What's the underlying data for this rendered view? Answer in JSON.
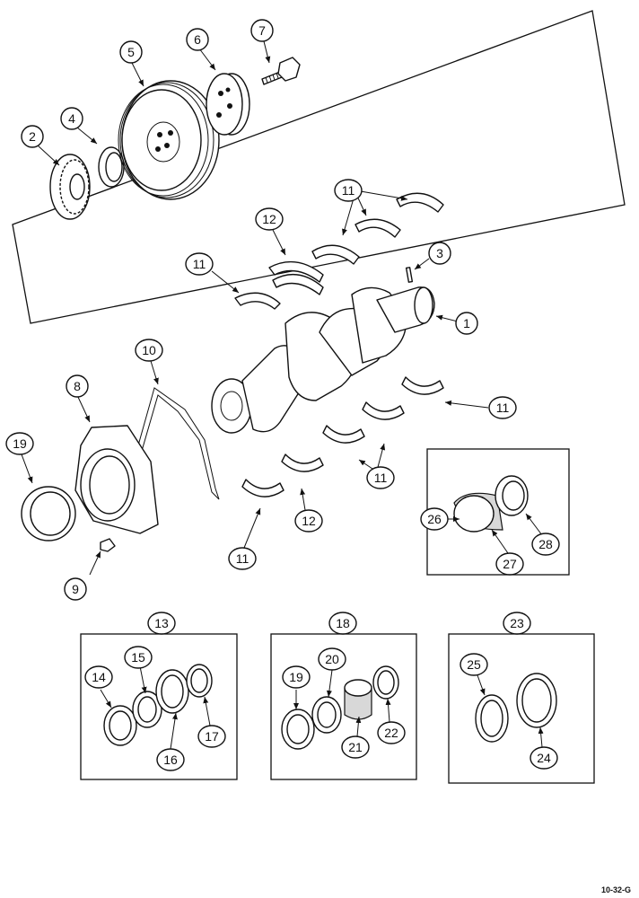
{
  "callouts": {
    "c1": "1",
    "c2": "2",
    "c3": "3",
    "c4": "4",
    "c5": "5",
    "c6": "6",
    "c7": "7",
    "c8": "8",
    "c9": "9",
    "c10": "10",
    "c11a": "11",
    "c11b": "11",
    "c11c": "11",
    "c11d": "11",
    "c11e": "11",
    "c12a": "12",
    "c12b": "12",
    "c13": "13",
    "c14": "14",
    "c15": "15",
    "c16": "16",
    "c17": "17",
    "c18": "18",
    "c19a": "19",
    "c19b": "19",
    "c20": "20",
    "c21": "21",
    "c22": "22",
    "c23": "23",
    "c24": "24",
    "c25": "25",
    "c26": "26",
    "c27": "27",
    "c28": "28"
  },
  "reference_code": "10-32-G"
}
